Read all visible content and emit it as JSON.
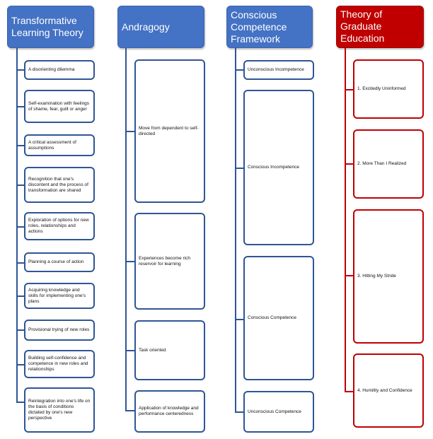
{
  "columns": [
    {
      "title": "Transformative Learning Theory",
      "color": "#4472c4",
      "items": [
        "A disorienting dilemma",
        "Self-examination with feelings of shame, fear, guilt or anger",
        "A critical assessment of assumptions",
        "Recognition that one's discontent and the process of transformation are shared",
        "Exploration of options for new roles, relationships and actions",
        "Planning a course of action",
        "Acquiring knowledge and skills for implementing one's plans",
        "Provisional trying of new roles",
        "Building self-confidence  and competence in new roles and relationships",
        "Reintegration into one's life on the basis of conditions dictated by one's new perspective"
      ]
    },
    {
      "title": "Andragogy",
      "color": "#4472c4",
      "items": [
        "Move from dependent to self-directed",
        "Experiences become rich reservoir for learning",
        "Task oriented",
        "Application of knowledge and performance centeredness"
      ]
    },
    {
      "title": "Conscious Competence Framework",
      "color": "#4472c4",
      "items": [
        "Unconscious  Incompetence",
        "Conscious Incompetence",
        "Conscious Competence",
        "Unconscious  Competence"
      ]
    },
    {
      "title": "Theory of Graduate Education",
      "color": "#c00000",
      "items": [
        "1. Excitedly Uninformed",
        "2. More Than I Realized",
        "3. Hitting My Stride",
        "4. Humility and Confidence"
      ]
    }
  ]
}
